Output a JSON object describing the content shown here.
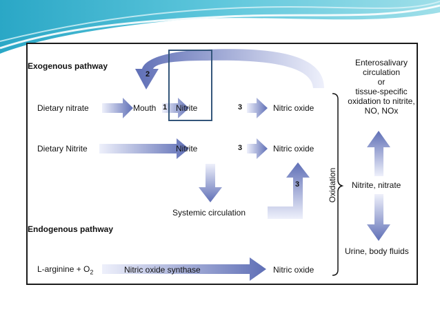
{
  "title_exogenous": "Exogenous pathway",
  "title_endogenous": "Endogenous pathway",
  "nodes": {
    "dietary_nitrate": "Dietary nitrate",
    "mouth": "Mouth",
    "nitrite_top": "Nitrite",
    "nitric_oxide_top": "Nitric oxide",
    "dietary_nitrite": "Dietary Nitrite",
    "nitrite_mid": "Nitrite",
    "nitric_oxide_mid": "Nitric oxide",
    "systemic": "Systemic circulation",
    "l_arginine": "L-arginine + O",
    "l_arginine_sub": "2",
    "nos": "Nitric oxide synthase",
    "nitric_oxide_bottom": "Nitric oxide",
    "oxidation": "Oxidation",
    "enterosalivary": [
      "Enterosalivary",
      "circulation",
      "or",
      "tissue-specific",
      "oxidation to nitrite,",
      "NO, NOx"
    ],
    "nitrite_nitrate": "Nitrite, nitrate",
    "urine": "Urine, body fluids"
  },
  "steps": {
    "s1": "1",
    "s2": "2",
    "s3a": "3",
    "s3b": "3",
    "s3c": "3"
  },
  "colors": {
    "arrow_dark": "#5f6fb6",
    "arrow_light": "#eef0fb",
    "banner": "#3ab6cf"
  }
}
